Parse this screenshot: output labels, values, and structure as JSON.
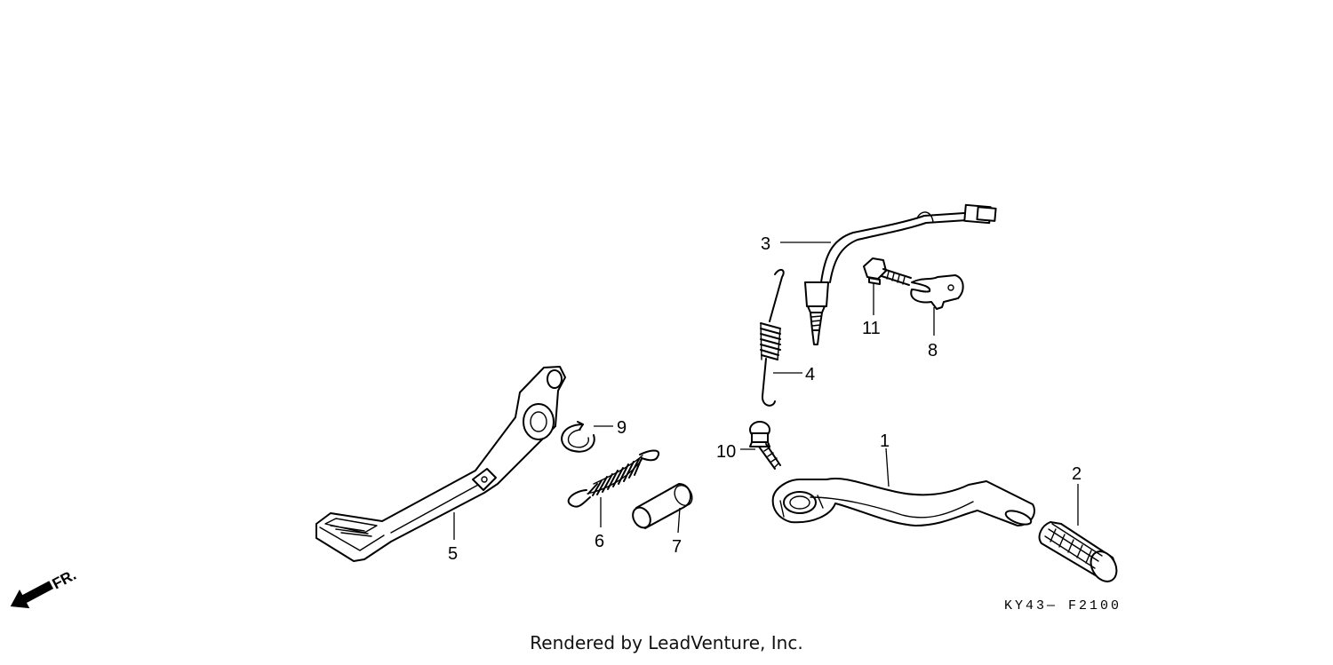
{
  "callouts": {
    "c1": "1",
    "c2": "2",
    "c3": "3",
    "c4": "4",
    "c5": "5",
    "c6": "6",
    "c7": "7",
    "c8": "8",
    "c9": "9",
    "c10": "10",
    "c11": "11"
  },
  "direction_label": "FR.",
  "diagram_code": "KY43— F2100",
  "footer": "Rendered by LeadVenture, Inc."
}
